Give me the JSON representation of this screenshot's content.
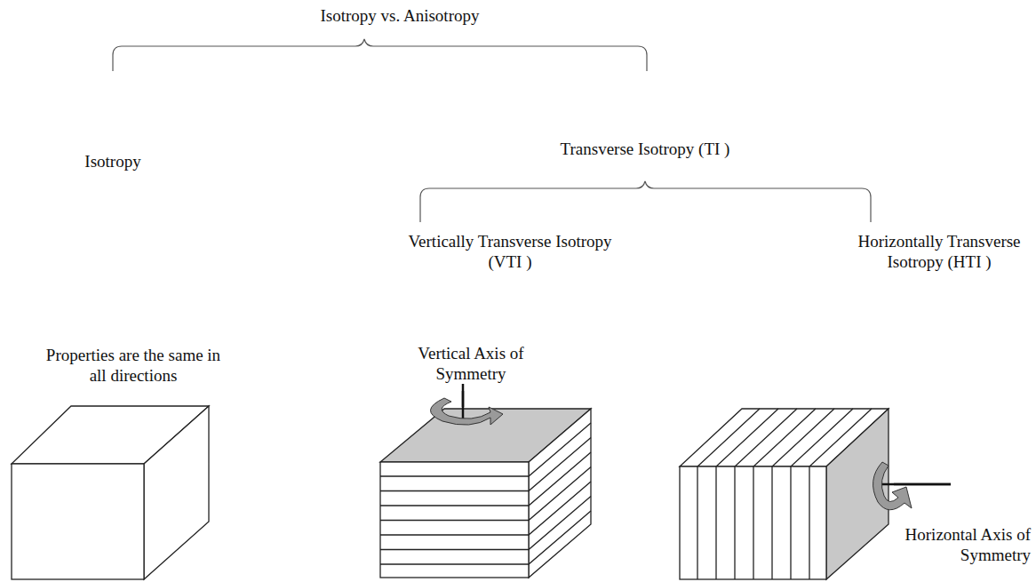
{
  "diagram": {
    "title": "Isotropy vs. Anisotropy",
    "labels": [
      "Isotropy",
      "Transverse Isotropy (TI )",
      "Vertically Transverse Isotropy (VTI )",
      "Horizontally Transverse Isotropy (HTI )",
      "Properties are the same in all directions",
      "Vertical Axis of Symmetry",
      "Horizontal Axis of Symmetry"
    ]
  }
}
